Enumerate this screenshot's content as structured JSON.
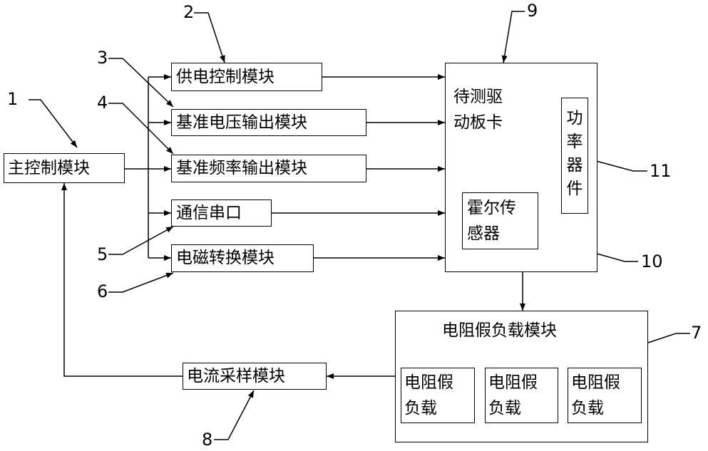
{
  "modules": {
    "main_control": "主控制模块",
    "power_supply": "供电控制模块",
    "ref_voltage": "基准电压输出模块",
    "ref_frequency": "基准频率输出模块",
    "serial_port": "通信串口",
    "em_conversion": "电磁转换模块",
    "current_sampling": "电流采样模块",
    "board_line1": "待测驱",
    "board_line2": "动板卡",
    "power_device": "功率器件",
    "hall_line1": "霍尔传",
    "hall_line2": "感器",
    "resistor_load_module": "电阻假负载模块",
    "resistor_load_line1": "电阻假",
    "resistor_load_line2": "负载"
  },
  "labels": {
    "n1": "1",
    "n2": "2",
    "n3": "3",
    "n4": "4",
    "n5": "5",
    "n6": "6",
    "n7": "7",
    "n8": "8",
    "n9": "9",
    "n10": "10",
    "n11": "11"
  }
}
